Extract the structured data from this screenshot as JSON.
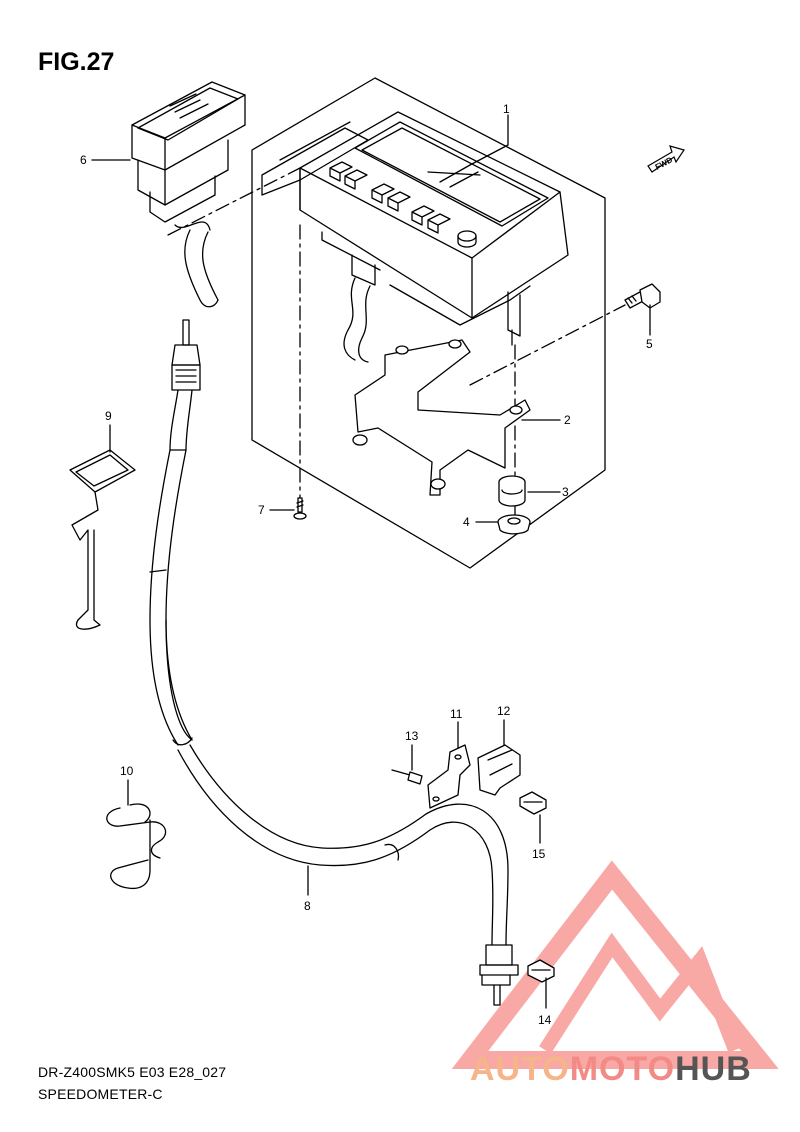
{
  "figure": {
    "title": "FIG.27",
    "footer_code": "DR-Z400SMK5 E03 E28_027",
    "footer_name": "SPEEDOMETER-C",
    "fwd_label": "FWD"
  },
  "callouts": [
    {
      "id": "1",
      "label": "1"
    },
    {
      "id": "2",
      "label": "2"
    },
    {
      "id": "3",
      "label": "3"
    },
    {
      "id": "4",
      "label": "4"
    },
    {
      "id": "5",
      "label": "5"
    },
    {
      "id": "6",
      "label": "6"
    },
    {
      "id": "7",
      "label": "7"
    },
    {
      "id": "8",
      "label": "8"
    },
    {
      "id": "9",
      "label": "9"
    },
    {
      "id": "10",
      "label": "10"
    },
    {
      "id": "11",
      "label": "11"
    },
    {
      "id": "12",
      "label": "12"
    },
    {
      "id": "13",
      "label": "13"
    },
    {
      "id": "14",
      "label": "14"
    },
    {
      "id": "15",
      "label": "15"
    }
  ],
  "watermark": {
    "part1": "AUTO",
    "part2": "MOTO",
    "part3": "HUB",
    "color1": "#f6b48a",
    "color2": "#f28b85",
    "color3": "#555555",
    "logo_color": "#f79a96",
    "logo_icon": "triangle-m-logo-icon"
  }
}
